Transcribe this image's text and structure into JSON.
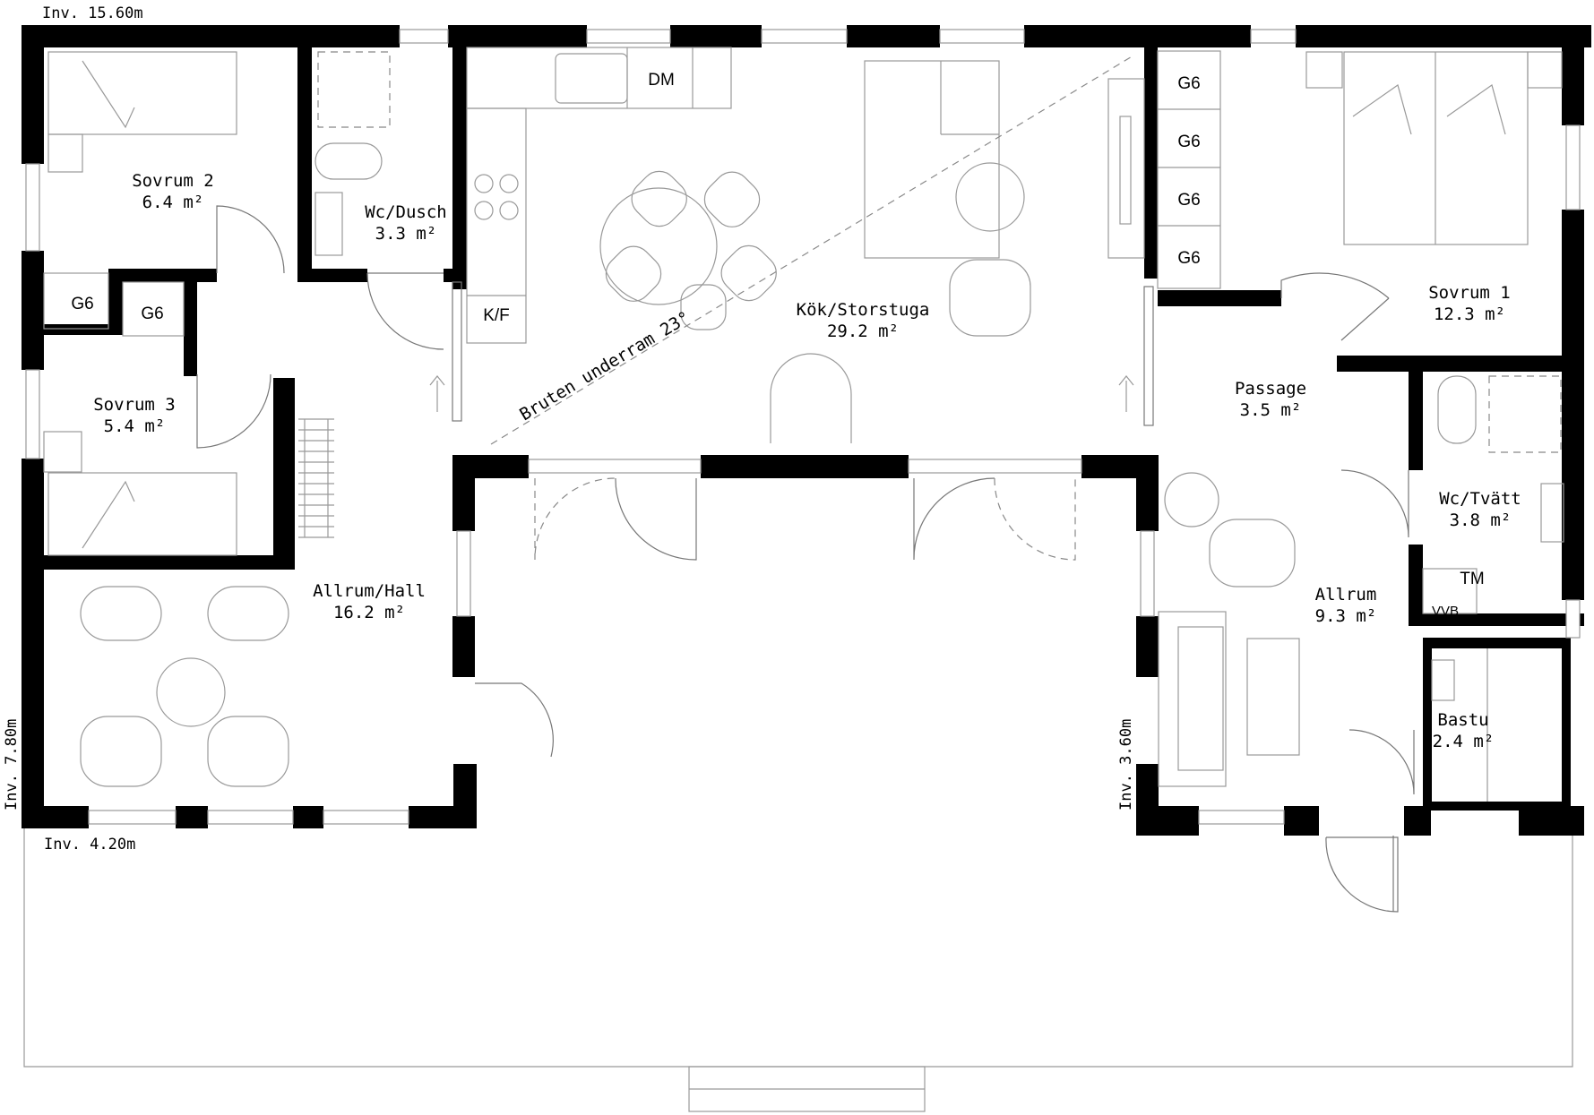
{
  "dimensions": {
    "top": "Inv. 15.60m",
    "left": "Inv. 7.80m",
    "bottom_left": "Inv. 4.20m",
    "right_wing": "Inv. 3.60m"
  },
  "rooms": {
    "sovrum2": {
      "name": "Sovrum 2",
      "area": "6.4 m²"
    },
    "wc_dusch": {
      "name": "Wc/Dusch",
      "area": "3.3 m²"
    },
    "sovrum3": {
      "name": "Sovrum 3",
      "area": "5.4 m²"
    },
    "allrum_hall": {
      "name": "Allrum/Hall",
      "area": "16.2 m²"
    },
    "kok": {
      "name": "Kök/Storstuga",
      "area": "29.2 m²"
    },
    "sovrum1": {
      "name": "Sovrum 1",
      "area": "12.3 m²"
    },
    "passage": {
      "name": "Passage",
      "area": "3.5 m²"
    },
    "wc_tvatt": {
      "name": "Wc/Tvätt",
      "area": "3.8 m²"
    },
    "allrum": {
      "name": "Allrum",
      "area": "9.3 m²"
    },
    "bastu": {
      "name": "Bastu",
      "area": "2.4 m²"
    }
  },
  "fixtures": {
    "g6": "G6",
    "dm": "DM",
    "kf": "K/F",
    "tm": "TM",
    "vvb": "VVB"
  },
  "annotations": {
    "ceiling": "Bruten underram 23°"
  }
}
